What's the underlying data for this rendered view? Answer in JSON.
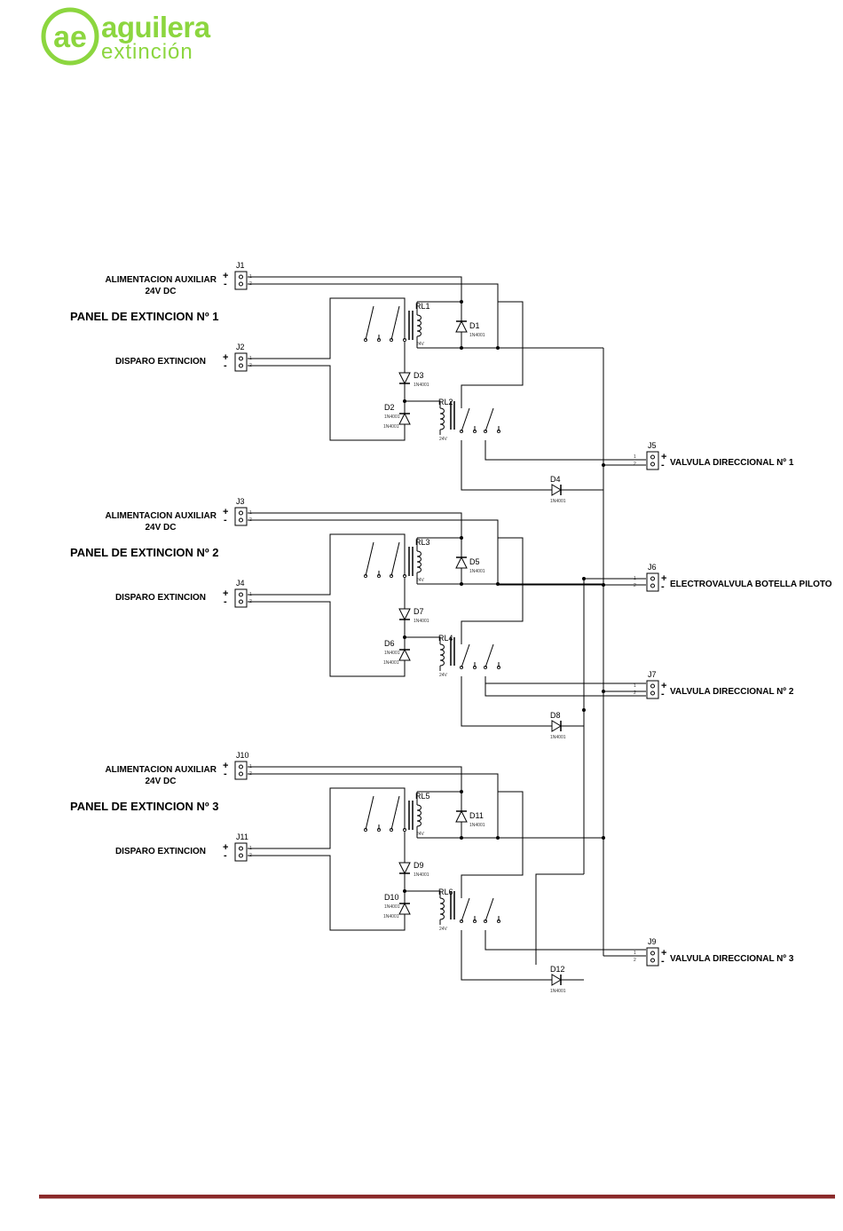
{
  "logo": {
    "monogram": "ae",
    "line1": "aguilera",
    "line2": "extinción",
    "color": "#8cd63f"
  },
  "footer": {
    "rule_color": "#8b2a2a"
  },
  "schematic": {
    "panels": [
      {
        "title": "PANEL DE EXTINCION Nº 1",
        "supply_label_1": "ALIMENTACION AUXILIAR",
        "supply_label_2": "24V DC",
        "supply_connector": "J1",
        "trigger_label": "DISPARO EXTINCION",
        "trigger_connector": "J2",
        "relay_a": "RL1",
        "relay_b": "RL2",
        "diode_coil_a": "D1",
        "diode_series": "D3",
        "diode_coil_b": "D2",
        "output_diode": "D4"
      },
      {
        "title": "PANEL DE EXTINCION Nº 2",
        "supply_label_1": "ALIMENTACION AUXILIAR",
        "supply_label_2": "24V DC",
        "supply_connector": "J3",
        "trigger_label": "DISPARO EXTINCION",
        "trigger_connector": "J4",
        "relay_a": "RL3",
        "relay_b": "RL4",
        "diode_coil_a": "D5",
        "diode_series": "D7",
        "diode_coil_b": "D6",
        "output_diode": "D8"
      },
      {
        "title": "PANEL DE EXTINCION Nº 3",
        "supply_label_1": "ALIMENTACION AUXILIAR",
        "supply_label_2": "24V DC",
        "supply_connector": "J10",
        "trigger_label": "DISPARO EXTINCION",
        "trigger_connector": "J11",
        "relay_a": "RL5",
        "relay_b": "RL6",
        "diode_coil_a": "D11",
        "diode_series": "D9",
        "diode_coil_b": "D10",
        "output_diode": "D12"
      }
    ],
    "outputs": [
      {
        "connector": "J5",
        "label": "VALVULA DIRECCIONAL Nº 1"
      },
      {
        "connector": "J6",
        "label": "ELECTROVALVULA BOTELLA PILOTO"
      },
      {
        "connector": "J7",
        "label": "VALVULA DIRECCIONAL Nº 2"
      },
      {
        "connector": "J9",
        "label": "VALVULA DIRECCIONAL Nº 3"
      }
    ],
    "diode_part": "1N4001",
    "relay_voltage": "24V",
    "pin_1": "1",
    "pin_2": "2",
    "plus": "+",
    "minus": "-"
  }
}
